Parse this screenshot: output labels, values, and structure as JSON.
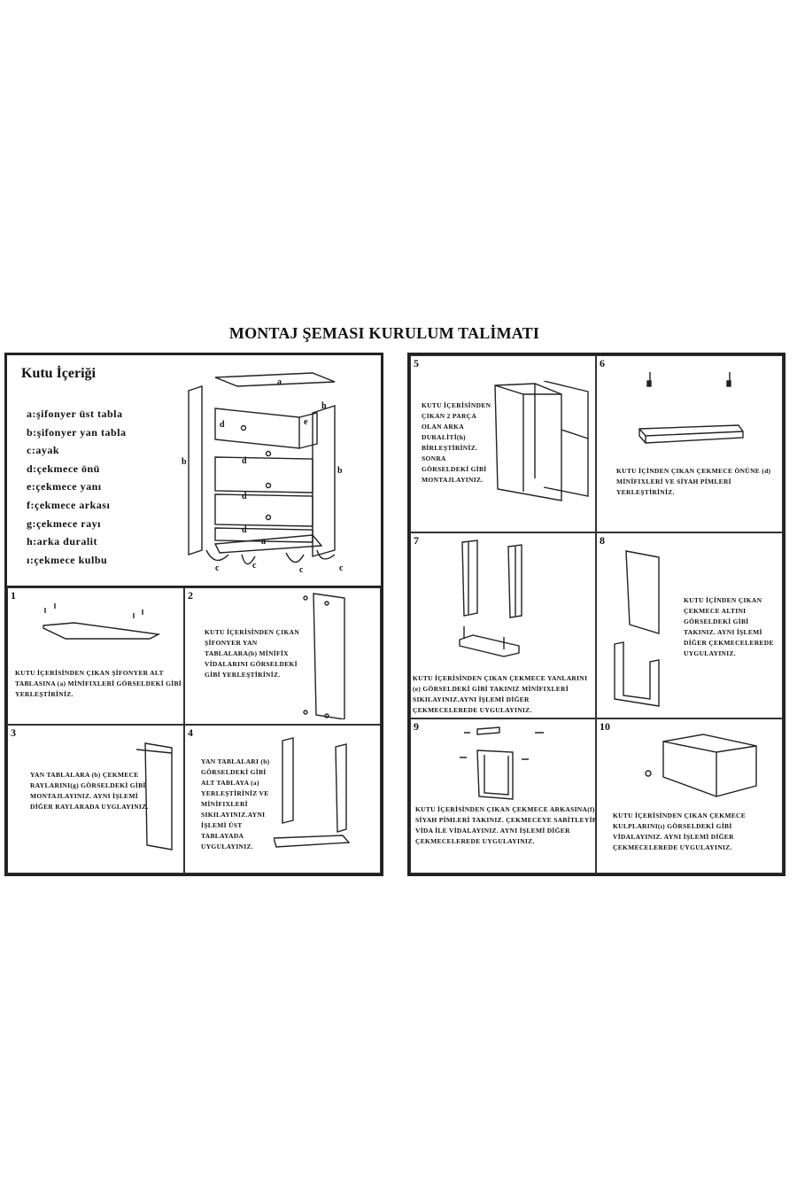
{
  "title": "MONTAJ ŞEMASI KURULUM TALİMATI",
  "contents": {
    "heading": "Kutu İçeriği",
    "items": [
      "a:şifonyer üst tabla",
      "b:şifonyer yan tabla",
      "c:ayak",
      "d:çekmece önü",
      "e:çekmece yanı",
      "f:çekmece arkası",
      "g:çekmece rayı",
      "h:arka duralit",
      "ı:çekmece kulbu"
    ]
  },
  "steps": [
    {
      "number": "1",
      "text": "KUTU İÇERİSİNDEN ÇIKAN ŞİFONYER ALT TABLASINA (a) MİNİFIXLERİ GÖRSELDEKİ GİBİ YERLEŞTİRİNİZ."
    },
    {
      "number": "2",
      "text": "KUTU İÇERİSİNDEN ÇIKAN ŞİFONYER YAN TABLALARA(b) MİNİFİX VİDALARINI GÖRSELDEKİ GİBİ YERLEŞTİRİNİZ."
    },
    {
      "number": "3",
      "text": "YAN TABLALARA (b) ÇEKMECE RAYLARINI(g) GÖRSELDEKİ GİBİ MONTAJLAYINIZ. AYNI İŞLEMİ DİĞER RAYLARADA UYGLAYINIZ."
    },
    {
      "number": "4",
      "text": "YAN TABLALARI (b) GÖRSELDEKİ GİBİ ALT TABLAYA (a) YERLEŞTİRİNİZ VE MİNİFIXLERİ SIKILAYINIZ.AYNI İŞLEMİ ÜST TABLAYADA UYGULAYINIZ."
    },
    {
      "number": "5",
      "text": "KUTU İÇERİSİNDEN ÇIKAN 2 PARÇA OLAN ARKA DURALİTİ(h) BİRLEŞTİRİNİZ. SONRA GÖRSELDEKİ GİBİ MONTAJLAYINIZ."
    },
    {
      "number": "6",
      "text": "KUTU İÇİNDEN ÇIKAN ÇEKMECE ÖNÜNE (d) MİNİFIXLERİ VE SİYAH PİMLERİ YERLEŞTİRİNİZ."
    },
    {
      "number": "7",
      "text": "KUTU İÇERİSİNDEN ÇIKAN ÇEKMECE YANLARINI (e) GÖRSELDEKİ GİBİ TAKINIZ MİNİFIXLERİ SIKILAYINIZ.AYNI İŞLEMİ DİĞER ÇEKMECELEREDE UYGULAYINIZ."
    },
    {
      "number": "8",
      "text": "KUTU İÇİNDEN ÇIKAN ÇEKMECE ALTINI GÖRSELDEKİ GİBİ TAKINIZ. AYNI İŞLEMİ DİĞER ÇEKMECELEREDE UYGULAYINIZ."
    },
    {
      "number": "9",
      "text": "KUTU İÇERİSİNDEN ÇIKAN ÇEKMECE ARKASINA(f) SİYAH PİMLERİ TAKINIZ. ÇEKMECEYE SABİTLEYİP VİDA İLE VİDALAYINIZ. AYNI İŞLEMİ DİĞER ÇEKMECELEREDE UYGULAYINIZ."
    },
    {
      "number": "10",
      "text": "KUTU İÇERİSİNDEN ÇIKAN ÇEKMECE KULPLARINI(ı) GÖRSELDEKİ GİBİ VİDALAYINIZ. AYNI İŞLEMİ DİĞER ÇEKMECELEREDE UYGULAYINIZ."
    }
  ]
}
